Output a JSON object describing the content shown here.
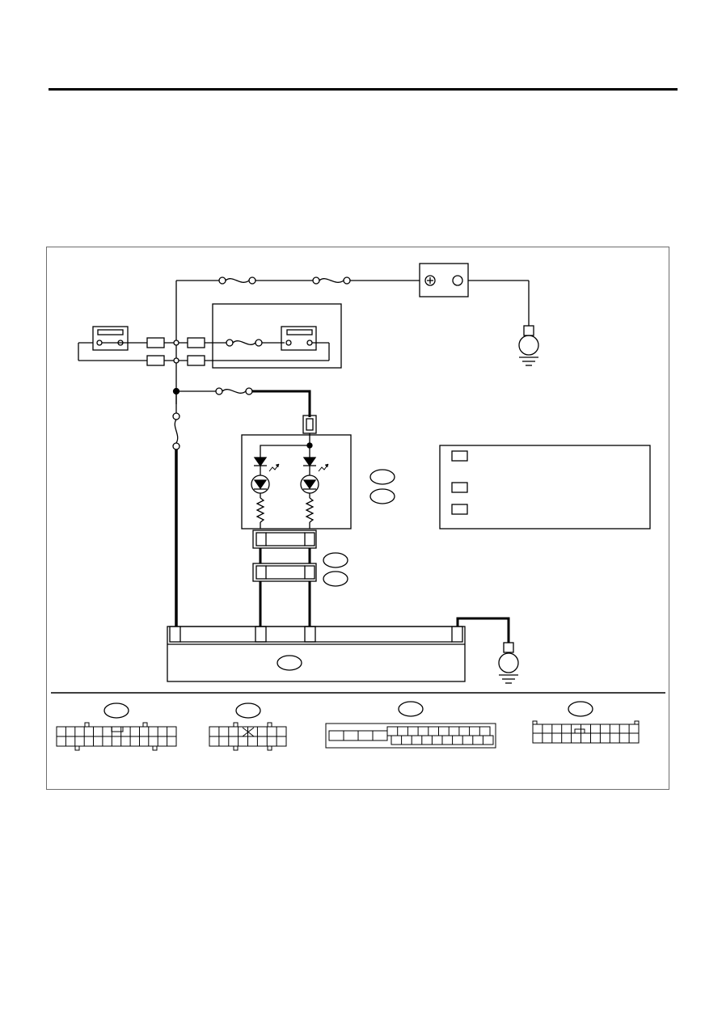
{
  "document": {
    "title": "",
    "colors": {
      "line": "#000000",
      "frame": "#6e6e6e",
      "background": "#ffffff"
    }
  },
  "diagram": {
    "top_chain": [
      "fuse",
      "fuse",
      "battery"
    ],
    "middle_chain": [
      "switch",
      "connector",
      "connector",
      "fuse-box",
      "switch"
    ],
    "lamp_module": {
      "leds": 2,
      "resistors": 2
    },
    "legend_keys": 3,
    "connector_views": 4,
    "ground_symbols": 2
  }
}
